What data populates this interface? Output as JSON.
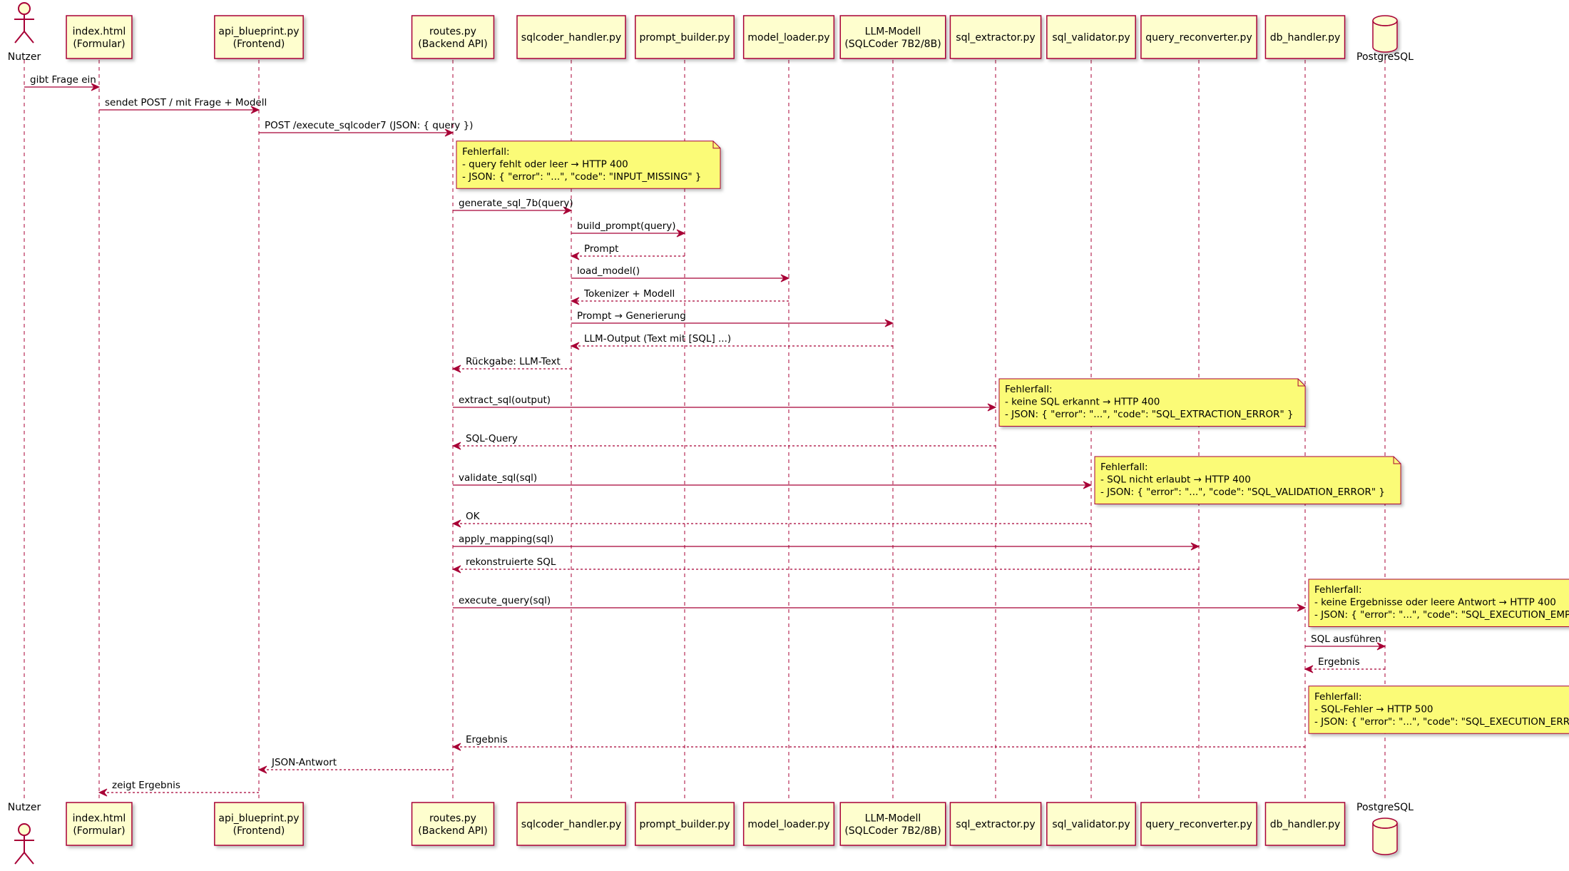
{
  "colors": {
    "line": "#A80036",
    "participant_fill": "#FEFECE",
    "note_fill": "#FBFB77",
    "text": "#000000"
  },
  "participants": [
    {
      "id": "nutzer",
      "kind": "actor",
      "lines": [
        "Nutzer"
      ]
    },
    {
      "id": "index",
      "kind": "box",
      "lines": [
        "index.html",
        "(Formular)"
      ]
    },
    {
      "id": "blueprint",
      "kind": "box",
      "lines": [
        "api_blueprint.py",
        "(Frontend)"
      ]
    },
    {
      "id": "routes",
      "kind": "box",
      "lines": [
        "routes.py",
        "(Backend API)"
      ]
    },
    {
      "id": "sqlcoder",
      "kind": "box",
      "lines": [
        "sqlcoder_handler.py"
      ]
    },
    {
      "id": "prompt",
      "kind": "box",
      "lines": [
        "prompt_builder.py"
      ]
    },
    {
      "id": "loader",
      "kind": "box",
      "lines": [
        "model_loader.py"
      ]
    },
    {
      "id": "llm",
      "kind": "box",
      "lines": [
        "LLM-Modell",
        "(SQLCoder 7B2/8B)"
      ]
    },
    {
      "id": "extractor",
      "kind": "box",
      "lines": [
        "sql_extractor.py"
      ]
    },
    {
      "id": "validator",
      "kind": "box",
      "lines": [
        "sql_validator.py"
      ]
    },
    {
      "id": "reconverter",
      "kind": "box",
      "lines": [
        "query_reconverter.py"
      ]
    },
    {
      "id": "db",
      "kind": "box",
      "lines": [
        "db_handler.py"
      ]
    },
    {
      "id": "pg",
      "kind": "database",
      "lines": [
        "PostgreSQL"
      ]
    }
  ],
  "events": [
    {
      "type": "message",
      "from": "nutzer",
      "to": "index",
      "label": "gibt Frage ein",
      "dashed": false
    },
    {
      "type": "message",
      "from": "index",
      "to": "blueprint",
      "label": "sendet POST / mit Frage + Modell",
      "dashed": false
    },
    {
      "type": "message",
      "from": "blueprint",
      "to": "routes",
      "label": "POST /execute_sqlcoder7 (JSON: { query })",
      "dashed": false
    },
    {
      "type": "note",
      "anchor": "routes",
      "lines": [
        "Fehlerfall:",
        "- query fehlt oder leer → HTTP 400",
        "- JSON: { \"error\": \"...\", \"code\": \"INPUT_MISSING\" }"
      ]
    },
    {
      "type": "message",
      "from": "routes",
      "to": "sqlcoder",
      "label": "generate_sql_7b(query)",
      "dashed": false
    },
    {
      "type": "message",
      "from": "sqlcoder",
      "to": "prompt",
      "label": "build_prompt(query)",
      "dashed": false
    },
    {
      "type": "message",
      "from": "prompt",
      "to": "sqlcoder",
      "label": "Prompt",
      "dashed": true
    },
    {
      "type": "message",
      "from": "sqlcoder",
      "to": "loader",
      "label": "load_model()",
      "dashed": false
    },
    {
      "type": "message",
      "from": "loader",
      "to": "sqlcoder",
      "label": "Tokenizer + Modell",
      "dashed": true
    },
    {
      "type": "message",
      "from": "sqlcoder",
      "to": "llm",
      "label": "Prompt → Generierung",
      "dashed": false
    },
    {
      "type": "message",
      "from": "llm",
      "to": "sqlcoder",
      "label": "LLM-Output (Text mit [SQL] ...)",
      "dashed": true
    },
    {
      "type": "message",
      "from": "sqlcoder",
      "to": "routes",
      "label": "Rückgabe: LLM-Text",
      "dashed": true
    },
    {
      "type": "message",
      "from": "routes",
      "to": "extractor",
      "label": "extract_sql(output)",
      "dashed": false,
      "note": {
        "lines": [
          "Fehlerfall:",
          "- keine SQL erkannt → HTTP 400",
          "- JSON: { \"error\": \"...\", \"code\": \"SQL_EXTRACTION_ERROR\" }"
        ]
      }
    },
    {
      "type": "message",
      "from": "extractor",
      "to": "routes",
      "label": "SQL-Query",
      "dashed": true
    },
    {
      "type": "message",
      "from": "routes",
      "to": "validator",
      "label": "validate_sql(sql)",
      "dashed": false,
      "note": {
        "lines": [
          "Fehlerfall:",
          "- SQL nicht erlaubt → HTTP 400",
          "- JSON: { \"error\": \"...\", \"code\": \"SQL_VALIDATION_ERROR\" }"
        ]
      }
    },
    {
      "type": "message",
      "from": "validator",
      "to": "routes",
      "label": "OK",
      "dashed": true
    },
    {
      "type": "message",
      "from": "routes",
      "to": "reconverter",
      "label": "apply_mapping(sql)",
      "dashed": false
    },
    {
      "type": "message",
      "from": "reconverter",
      "to": "routes",
      "label": "rekonstruierte SQL",
      "dashed": true
    },
    {
      "type": "message",
      "from": "routes",
      "to": "db",
      "label": "execute_query(sql)",
      "dashed": false,
      "note": {
        "lines": [
          "Fehlerfall:",
          "- keine Ergebnisse oder leere Antwort → HTTP 400",
          "- JSON: { \"error\": \"...\", \"code\": \"SQL_EXECUTION_EMPTY\" }"
        ]
      }
    },
    {
      "type": "message",
      "from": "db",
      "to": "pg",
      "label": "SQL ausführen",
      "dashed": false
    },
    {
      "type": "message",
      "from": "pg",
      "to": "db",
      "label": "Ergebnis",
      "dashed": true
    },
    {
      "type": "note",
      "anchor": "db",
      "lines": [
        "Fehlerfall:",
        "- SQL-Fehler → HTTP 500",
        "- JSON: { \"error\": \"...\", \"code\": \"SQL_EXECUTION_ERROR\" }"
      ]
    },
    {
      "type": "message",
      "from": "db",
      "to": "routes",
      "label": "Ergebnis",
      "dashed": true
    },
    {
      "type": "message",
      "from": "routes",
      "to": "blueprint",
      "label": "JSON-Antwort",
      "dashed": true
    },
    {
      "type": "message",
      "from": "blueprint",
      "to": "index",
      "label": "zeigt Ergebnis",
      "dashed": true
    }
  ]
}
